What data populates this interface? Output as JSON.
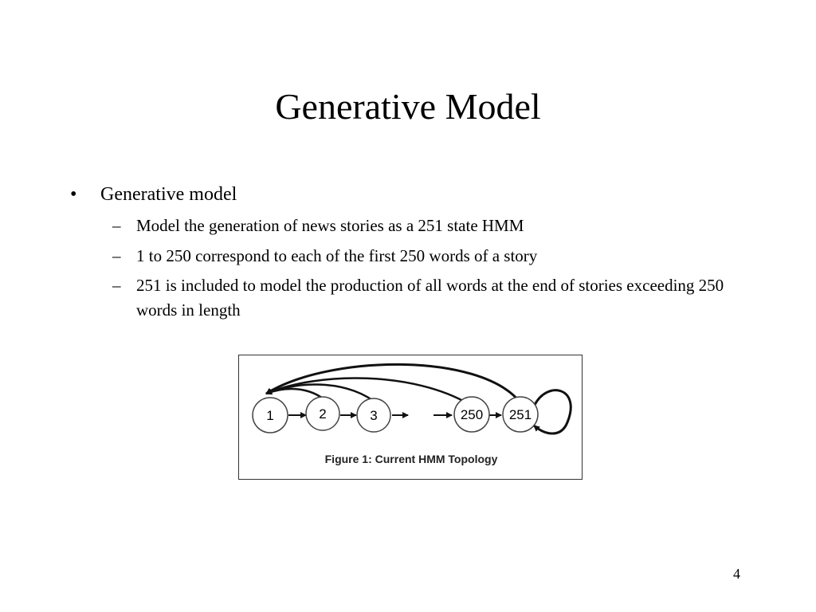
{
  "slide": {
    "title": "Generative Model",
    "page_number": "4"
  },
  "bullets": {
    "level1": {
      "marker": "•",
      "text": "Generative model"
    },
    "subitems": [
      {
        "marker": "–",
        "text": "Model the generation of news stories as a 251 state HMM"
      },
      {
        "marker": "–",
        "text": "1 to 250 correspond to each of the first 250 words of a story"
      },
      {
        "marker": "–",
        "text": "251 is included to model the production of all words at the end of stories exceeding 250 words in length"
      }
    ]
  },
  "figure": {
    "caption": "Figure 1:  Current HMM Topology",
    "states": [
      "1",
      "2",
      "3",
      "250",
      "251"
    ]
  }
}
